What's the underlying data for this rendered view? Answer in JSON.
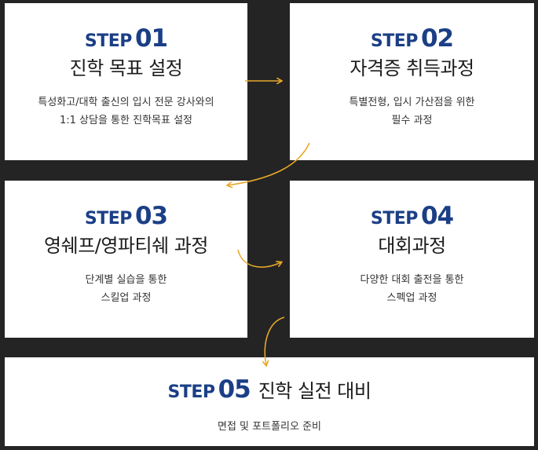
{
  "accent_color": "#e8a82a",
  "step_color": "#1b3f86",
  "steps": [
    {
      "word": "STEP",
      "num": "01",
      "title": "진학 목표 설정",
      "desc": [
        "특성화고/대학 출신의 입시 전문 강사와의",
        "1:1 상담을 통한 진학목표 설정"
      ]
    },
    {
      "word": "STEP",
      "num": "02",
      "title": "자격증 취득과정",
      "desc": [
        "특별전형, 입시 가산점을 위한",
        "필수 과정"
      ]
    },
    {
      "word": "STEP",
      "num": "03",
      "title": "영쉐프/영파티쉐 과정",
      "desc": [
        "단계별 실습을 통한",
        "스킬업 과정"
      ]
    },
    {
      "word": "STEP",
      "num": "04",
      "title": "대회과정",
      "desc": [
        "다양한 대회 출전을 통한",
        "스펙업 과정"
      ]
    },
    {
      "word": "STEP",
      "num": "05",
      "title": "진학 실전 대비",
      "desc": [
        "면접 및 포트폴리오 준비"
      ]
    }
  ]
}
